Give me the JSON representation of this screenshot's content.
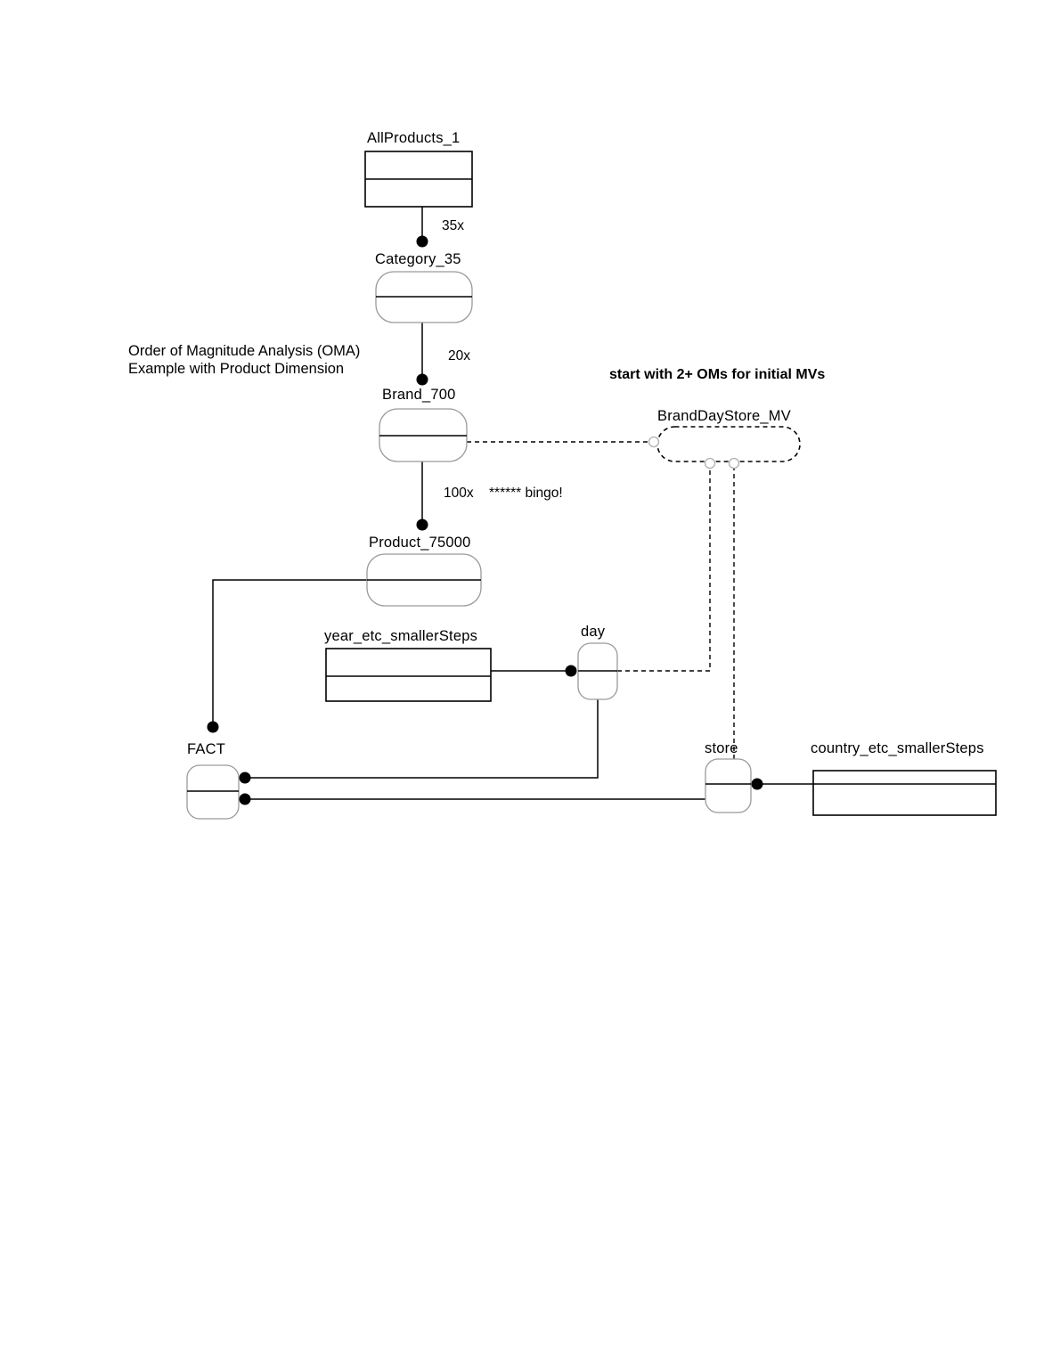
{
  "diagram": {
    "title_note": {
      "line1": "Order of Magnitude Analysis (OMA)",
      "line2": "Example with Product Dimension"
    },
    "callout_note": "start with 2+ OMs  for initial MVs",
    "bingo_note": "****** bingo!",
    "nodes": [
      {
        "id": "allproducts",
        "label": "AllProducts_1",
        "shape": "rect"
      },
      {
        "id": "category",
        "label": "Category_35",
        "shape": "rounded"
      },
      {
        "id": "brand",
        "label": "Brand_700",
        "shape": "rounded"
      },
      {
        "id": "product",
        "label": "Product_75000",
        "shape": "rounded"
      },
      {
        "id": "mv",
        "label": "BrandDayStore_MV",
        "shape": "dashed-stadium"
      },
      {
        "id": "year",
        "label": "year_etc_smallerSteps",
        "shape": "rect"
      },
      {
        "id": "day",
        "label": "day",
        "shape": "rounded"
      },
      {
        "id": "fact",
        "label": "FACT",
        "shape": "rounded"
      },
      {
        "id": "store",
        "label": "store",
        "shape": "rounded"
      },
      {
        "id": "country",
        "label": "country_etc_smallerSteps",
        "shape": "rect"
      }
    ],
    "edge_labels": [
      {
        "id": "allproducts-category",
        "label": "35x"
      },
      {
        "id": "category-brand",
        "label": "20x"
      },
      {
        "id": "brand-product",
        "label": "100x"
      }
    ]
  }
}
